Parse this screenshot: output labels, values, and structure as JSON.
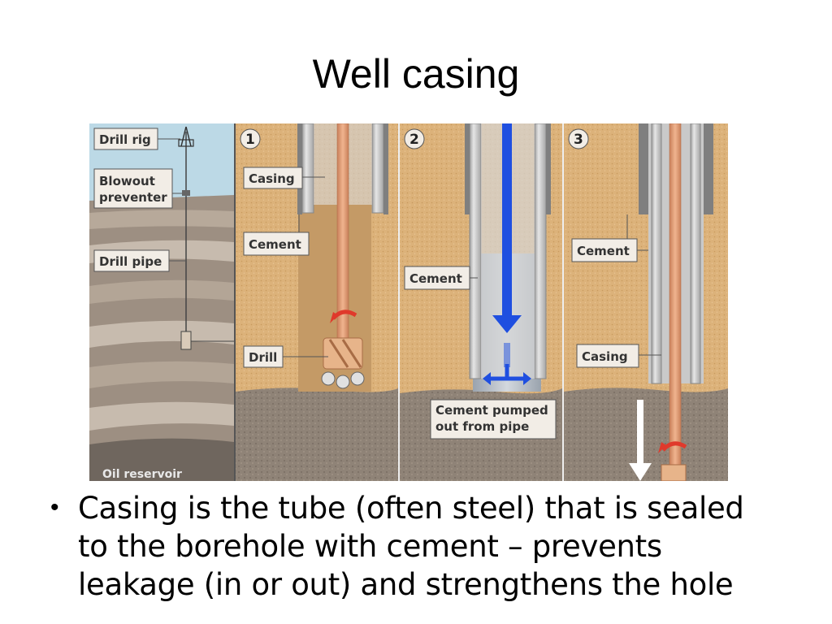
{
  "slide": {
    "title": "Well casing",
    "bullet_marker": "•",
    "bullet_text": "Casing is the tube (often steel) that is sealed to the borehole with cement – prevents leakage (in or out) and strengthens the hole"
  },
  "figure": {
    "left_panel": {
      "labels": [
        "Drill rig",
        "Blowout",
        "preventer",
        "Drill pipe",
        "Oil reservoir"
      ]
    },
    "panel1": {
      "number": "1",
      "labels": [
        "Casing",
        "Cement",
        "Drill"
      ]
    },
    "panel2": {
      "number": "2",
      "labels": [
        "Cement",
        "Cement pumped",
        "out from pipe"
      ]
    },
    "panel3": {
      "number": "3",
      "labels": [
        "Cement",
        "Casing"
      ]
    },
    "colors": {
      "sky": "#bcd9e6",
      "sand": "#dcb27a",
      "rock": "#8f8377",
      "casing": "#bfbfbf",
      "pipe": "#e3a07a",
      "cement_arrow": "#1f4fe0",
      "red_arrow": "#e0392b"
    }
  }
}
